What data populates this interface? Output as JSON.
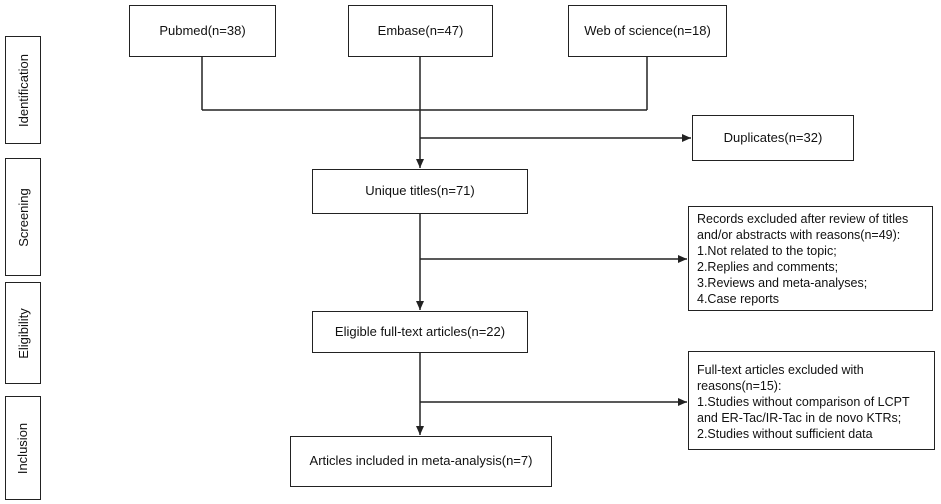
{
  "stages": [
    "Identification",
    "Screening",
    "Eligibility",
    "Inclusion"
  ],
  "sources": {
    "pubmed": "Pubmed(n=38)",
    "embase": "Embase(n=47)",
    "wos": "Web of science(n=18)"
  },
  "duplicates": "Duplicates(n=32)",
  "unique_titles": "Unique titles(n=71)",
  "records_excluded": {
    "lines": [
      "Records excluded after review of titles",
      "and/or abstracts with reasons(n=49):",
      "1.Not related to the topic;",
      "2.Replies and comments;",
      "3.Reviews and meta-analyses;",
      "4.Case reports"
    ]
  },
  "eligible": "Eligible full-text articles(n=22)",
  "fulltext_excluded": {
    "lines": [
      "Full-text articles excluded with",
      "reasons(n=15):",
      "1.Studies without comparison of LCPT",
      "and ER-Tac/IR-Tac in de novo KTRs;",
      "2.Studies without sufficient data"
    ]
  },
  "included": "Articles included in meta-analysis(n=7)"
}
